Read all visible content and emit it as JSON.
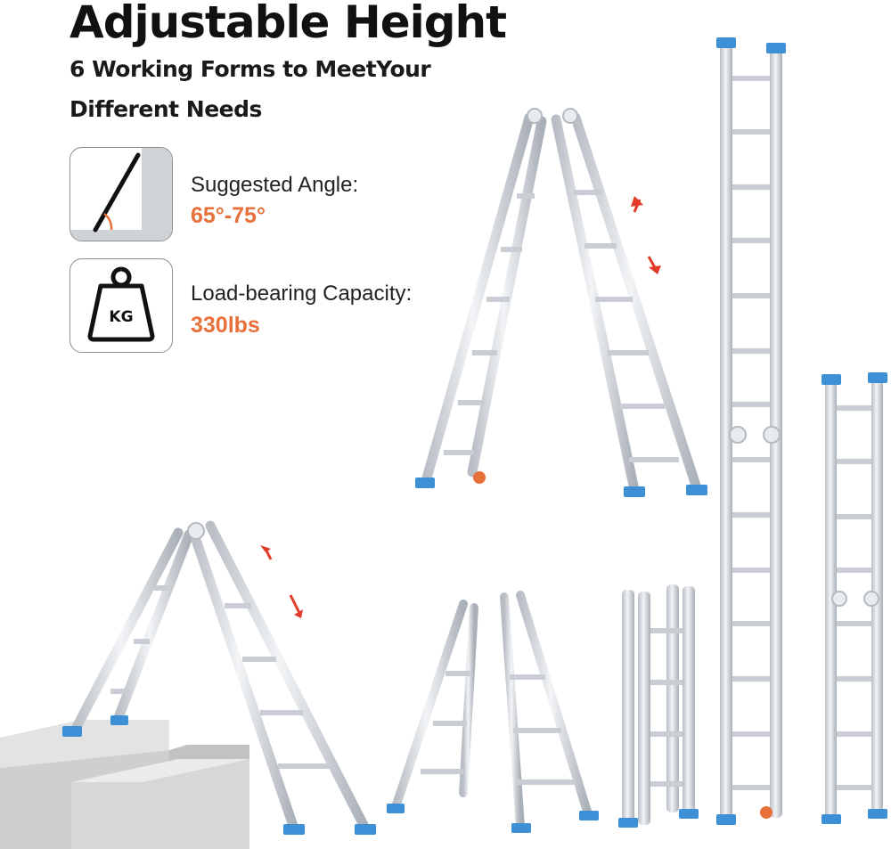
{
  "header": {
    "title": "Adjustable Height",
    "subtitle_line1": "6 Working Forms to MeetYour",
    "subtitle_line2": "Different Needs"
  },
  "specs": [
    {
      "label": "Suggested Angle:",
      "value": "65°-75°",
      "icon": "angle-icon"
    },
    {
      "label": "Load-bearing Capacity:",
      "value": "330lbs",
      "icon": "weight-icon",
      "icon_text": "KG"
    }
  ],
  "colors": {
    "accent": "#e8703a",
    "foot": "#3d8fd6",
    "rail": "#dfe3e8",
    "arrow": "#e23b2a"
  }
}
